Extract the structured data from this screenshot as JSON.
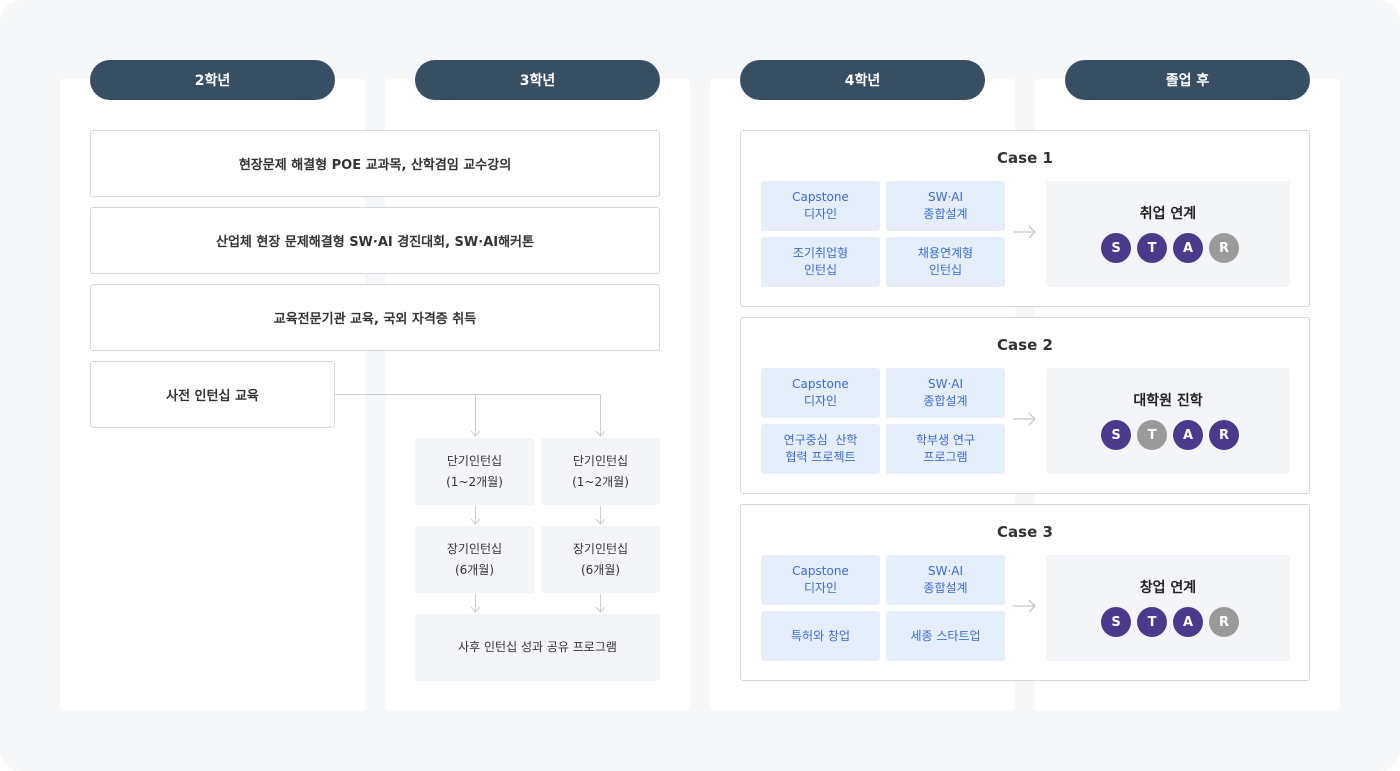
{
  "columns": [
    {
      "label": "2학년"
    },
    {
      "label": "3학년"
    },
    {
      "label": "4학년"
    },
    {
      "label": "졸업 후"
    }
  ],
  "programs": [
    "현장문제 해결형 POE 교과목, 산학겸임 교수강의",
    "산업체 현장 문제해결형 SW·AI 경진대회, SW·AI해커톤",
    "교육전문기관 교육, 국외 자격증 취득",
    "사전 인턴십 교육"
  ],
  "internship": {
    "short_left": {
      "line1": "단기인턴십",
      "line2": "(1~2개월)"
    },
    "short_right": {
      "line1": "단기인턴십",
      "line2": "(1~2개월)"
    },
    "long_left": {
      "line1": "장기인턴십",
      "line2": "(6개월)"
    },
    "long_right": {
      "line1": "장기인턴십",
      "line2": "(6개월)"
    },
    "share": "사후 인턴십 성과 공유 프로그램"
  },
  "cases": [
    {
      "title": "Case 1",
      "tags": [
        {
          "line1": "Capstone",
          "line2": "디자인"
        },
        {
          "line1": "SW·AI",
          "line2": "종합설계"
        },
        {
          "line1": "조기취업형",
          "line2": "인턴십"
        },
        {
          "line1": "채용연계형",
          "line2": "인턴십"
        }
      ],
      "result": "취업 연계",
      "star": [
        {
          "letter": "S",
          "active": true
        },
        {
          "letter": "T",
          "active": true
        },
        {
          "letter": "A",
          "active": true
        },
        {
          "letter": "R",
          "active": false
        }
      ]
    },
    {
      "title": "Case 2",
      "tags": [
        {
          "line1": "Capstone",
          "line2": "디자인"
        },
        {
          "line1": "SW·AI",
          "line2": "종합설계"
        },
        {
          "line1": "연구중심  산학",
          "line2": "협력 프로젝트"
        },
        {
          "line1": "학부생 연구",
          "line2": "프로그램"
        }
      ],
      "result": "대학원 진학",
      "star": [
        {
          "letter": "S",
          "active": true
        },
        {
          "letter": "T",
          "active": false
        },
        {
          "letter": "A",
          "active": true
        },
        {
          "letter": "R",
          "active": true
        }
      ]
    },
    {
      "title": "Case 3",
      "tags": [
        {
          "line1": "Capstone",
          "line2": "디자인"
        },
        {
          "line1": "SW·AI",
          "line2": "종합설계"
        },
        {
          "line1": "특허와 창업",
          "line2": ""
        },
        {
          "line1": "세종 스타트업",
          "line2": ""
        }
      ],
      "result": "창업 연계",
      "star": [
        {
          "letter": "S",
          "active": true
        },
        {
          "letter": "T",
          "active": true
        },
        {
          "letter": "A",
          "active": true
        },
        {
          "letter": "R",
          "active": false
        }
      ]
    }
  ],
  "colors": {
    "header": "#374e63",
    "tag_bg": "#e6edfb",
    "tag_text": "#3a6dd1",
    "star_active": "#4b3a8c",
    "star_inactive": "#9a9a9a"
  }
}
